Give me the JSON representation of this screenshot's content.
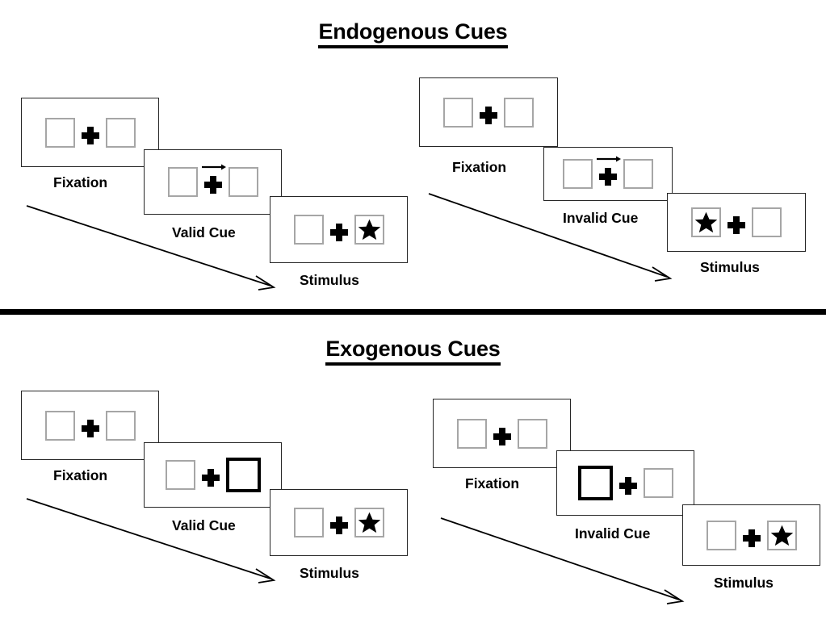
{
  "sections": [
    {
      "id": "endogenous",
      "title": "Endogenous Cues",
      "columns": [
        {
          "id": "endogenous-valid",
          "steps": [
            {
              "label": "Fixation",
              "cue": "none",
              "left_box": "empty",
              "right_box": "empty",
              "arrow_cue": false
            },
            {
              "label": "Valid Cue",
              "cue": "arrow-right",
              "left_box": "empty",
              "right_box": "empty",
              "arrow_cue": true
            },
            {
              "label": "Stimulus",
              "cue": "none",
              "left_box": "empty",
              "right_box": "star",
              "arrow_cue": false
            }
          ]
        },
        {
          "id": "endogenous-invalid",
          "steps": [
            {
              "label": "Fixation",
              "cue": "none",
              "left_box": "empty",
              "right_box": "empty",
              "arrow_cue": false
            },
            {
              "label": "Invalid Cue",
              "cue": "arrow-right",
              "left_box": "empty",
              "right_box": "empty",
              "arrow_cue": true
            },
            {
              "label": "Stimulus",
              "cue": "none",
              "left_box": "star",
              "right_box": "empty",
              "arrow_cue": false
            }
          ]
        }
      ]
    },
    {
      "id": "exogenous",
      "title": "Exogenous Cues",
      "columns": [
        {
          "id": "exogenous-valid",
          "steps": [
            {
              "label": "Fixation",
              "cue": "none",
              "left_box": "empty",
              "right_box": "empty",
              "arrow_cue": false
            },
            {
              "label": "Valid Cue",
              "cue": "highlight-right",
              "left_box": "empty",
              "right_box": "cued",
              "arrow_cue": false
            },
            {
              "label": "Stimulus",
              "cue": "none",
              "left_box": "empty",
              "right_box": "star",
              "arrow_cue": false
            }
          ]
        },
        {
          "id": "exogenous-invalid",
          "steps": [
            {
              "label": "Fixation",
              "cue": "none",
              "left_box": "empty",
              "right_box": "empty",
              "arrow_cue": false
            },
            {
              "label": "Invalid Cue",
              "cue": "highlight-left",
              "left_box": "cued",
              "right_box": "empty",
              "arrow_cue": false
            },
            {
              "label": "Stimulus",
              "cue": "none",
              "left_box": "empty",
              "right_box": "star",
              "arrow_cue": false
            }
          ]
        }
      ]
    }
  ],
  "labels": {
    "fixation": "Fixation",
    "valid_cue": "Valid Cue",
    "invalid_cue": "Invalid Cue",
    "stimulus": "Stimulus",
    "endogenous_title": "Endogenous Cues",
    "exogenous_title": "Exogenous Cues"
  },
  "colors": {
    "panel_border": "#262626",
    "box_border": "#a6a6a6",
    "cued_box_border": "#000000",
    "ink": "#000000",
    "background": "#ffffff",
    "divider": "#000000"
  },
  "icons": {
    "fixation_cross": "plus-icon",
    "cue_arrow": "arrow-right-icon",
    "target": "star-icon",
    "flow": "diagonal-arrow-icon"
  }
}
